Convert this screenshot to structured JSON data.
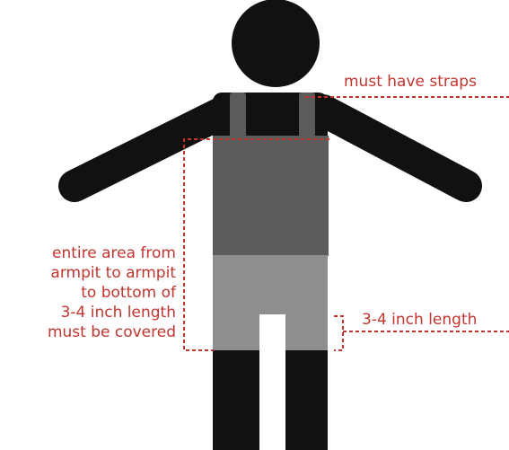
{
  "annotations": {
    "straps": "must have straps",
    "length": "3-4 inch length",
    "coverage_lines": [
      "entire area from",
      "armpit to armpit",
      "to bottom of",
      "3-4 inch length",
      "must be covered"
    ]
  },
  "colors": {
    "body": "#111111",
    "top_garment": "#5b5b5b",
    "bottom_garment": "#8e8e8e",
    "guide_line": "#c2352f",
    "label_text": "#c2352f"
  }
}
